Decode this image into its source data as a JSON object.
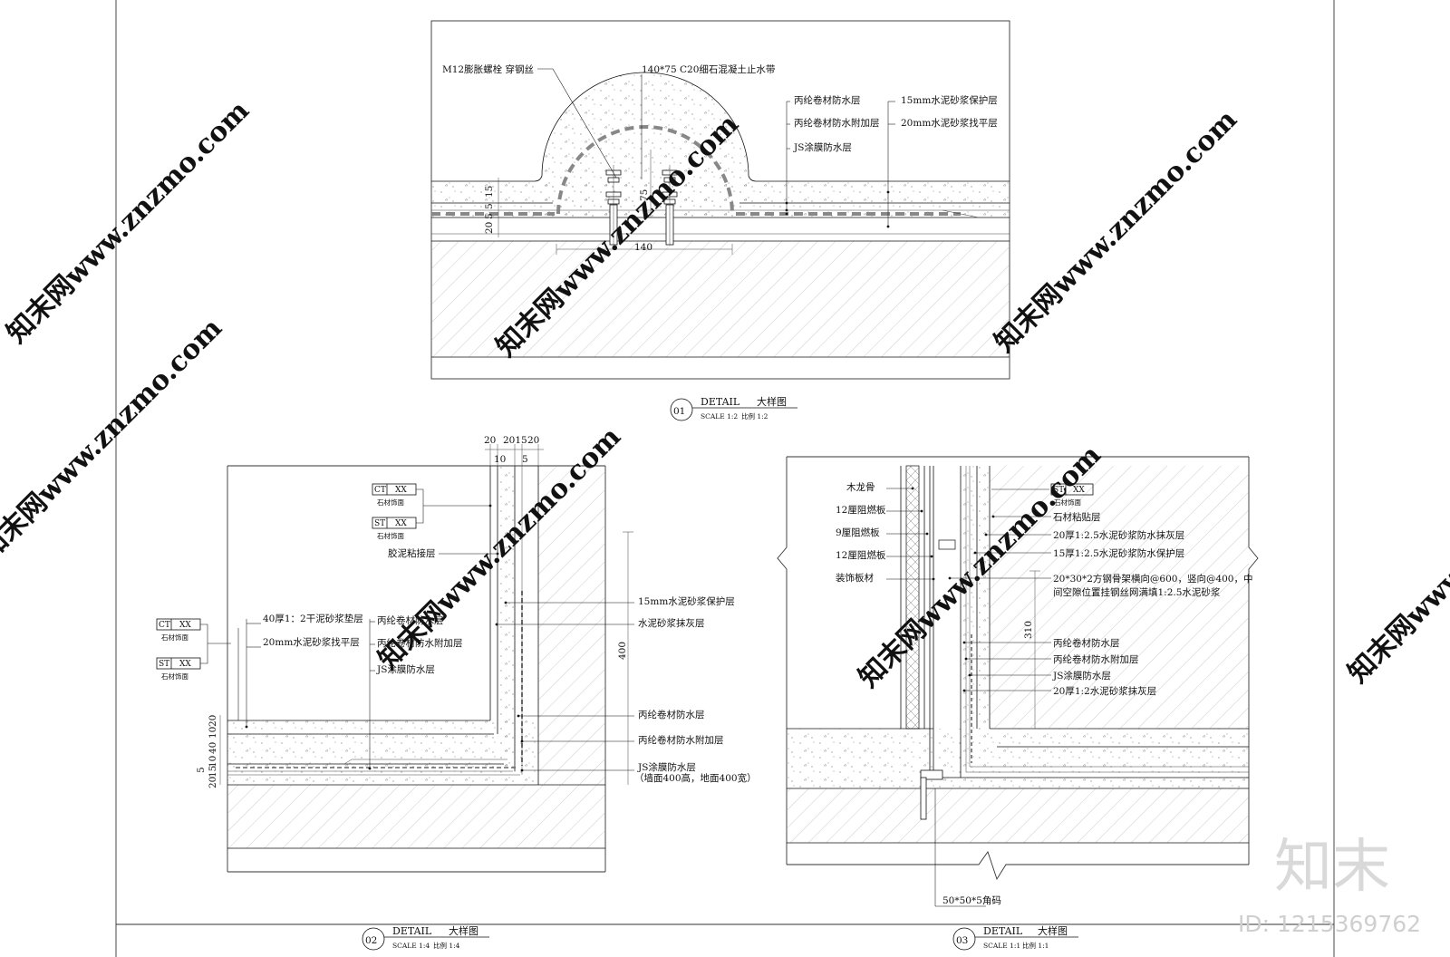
{
  "detail01": {
    "labels": {
      "anchor_bolt": "M12膨胀螺栓 穿钢丝",
      "water_stop": "140*75 C20细石混凝土止水带",
      "membrane": "丙纶卷材防水层",
      "membrane_extra": "丙纶卷材防水附加层",
      "js_coating": "JS涂膜防水层",
      "mortar_protect": "15mm水泥砂浆保护层",
      "mortar_level": "20mm水泥砂浆找平层"
    },
    "dims": {
      "d15": "15",
      "d5a": "5",
      "d5b": "5",
      "d20": "20",
      "h75": "75",
      "w140": "140"
    },
    "title": {
      "number": "01",
      "detail": "DETAIL",
      "name": "大样图",
      "scale_en": "SCALE 1:2",
      "scale_cn": "比例 1:2"
    }
  },
  "detail02": {
    "top_dims": {
      "a": "20",
      "b": "2015",
      "c": "20",
      "d": "10",
      "e": "5"
    },
    "wall_tags": [
      {
        "code": "CT",
        "val": "XX",
        "caption": "石材饰面"
      },
      {
        "code": "ST",
        "val": "XX",
        "caption": "石材饰面"
      }
    ],
    "floor_tags": [
      {
        "code": "CT",
        "val": "XX",
        "caption": "石材饰面"
      },
      {
        "code": "ST",
        "val": "XX",
        "caption": "石材饰面"
      }
    ],
    "labels": {
      "glue": "胶泥粘接层",
      "dry_mortar": "40厚1：2干泥砂浆垫层",
      "level": "20mm水泥砂浆找平层",
      "membrane_a": "丙纶卷材防水层",
      "extra_a": "丙纶卷材防水附加层",
      "js_a": "JS涂膜防水层",
      "protect": "15mm水泥砂浆保护层",
      "plaster": "水泥砂浆抹灰层",
      "membrane_b": "丙纶卷材防水层",
      "extra_b": "丙纶卷材防水附加层",
      "js_b": "JS涂膜防水层",
      "js_note": "（墙面400高，地面400宽）"
    },
    "dims": {
      "h400": "400",
      "l1": "20",
      "l2": "10",
      "l3": "40",
      "l4": "10",
      "l5": "15",
      "l6": "5",
      "l7": "20"
    },
    "title": {
      "number": "02",
      "detail": "DETAIL",
      "name": "大样图",
      "scale_en": "SCALE 1:4",
      "scale_cn": "比例 1:4"
    }
  },
  "detail03": {
    "tag": {
      "code": "ST",
      "val": "XX",
      "caption": "石材饰面"
    },
    "left_labels": [
      "木龙骨",
      "12厘阻燃板",
      "9厘阻燃板",
      "12厘阻燃板",
      "装饰板材"
    ],
    "right_labels": {
      "stone_glue": "石材粘贴层",
      "waterproof_plaster": "20厚1:2.5水泥砂浆防水抹灰层",
      "waterproof_protect": "15厚1:2.5水泥砂浆防水保护层",
      "frame_1": "20*30*2方钢骨架横向@600，竖向@400，中",
      "frame_2": "间空隙位置挂钢丝网满填1:2.5水泥砂浆",
      "membrane": "丙纶卷材防水层",
      "extra": "丙纶卷材防水附加层",
      "js": "JS涂膜防水层",
      "plaster": "20厚1:2水泥砂浆抹灰层"
    },
    "dims": {
      "h310": "310"
    },
    "angle": "50*50*5角码",
    "title": {
      "number": "03",
      "detail": "DETAIL",
      "name": "大样图",
      "scale_en": "SCALE 1:1",
      "scale_cn": "比例 1:1"
    }
  },
  "watermark": {
    "site": "知末网www.znzmo.com",
    "brand": "知末",
    "id": "ID: 1215369762"
  }
}
